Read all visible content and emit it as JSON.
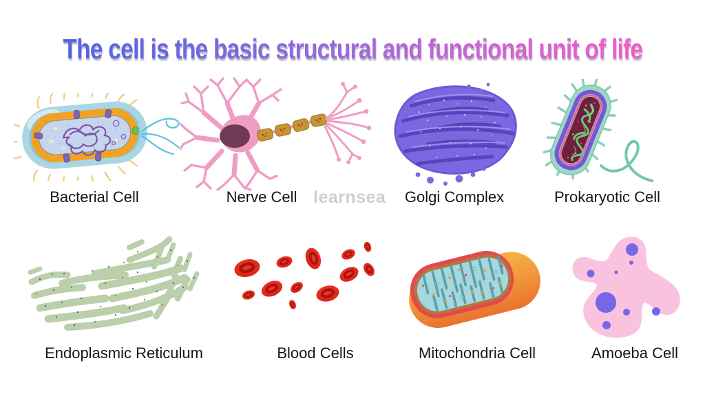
{
  "title": {
    "text": "The cell is the basic structural and functional unit of life",
    "gradient_start": "#4f63e9",
    "gradient_mid": "#9a6adc",
    "gradient_end": "#f35cc9"
  },
  "watermark": "learnsea",
  "cells": [
    {
      "id": "bacterial-cell",
      "label": "Bacterial Cell"
    },
    {
      "id": "nerve-cell",
      "label": "Nerve Cell"
    },
    {
      "id": "golgi-complex",
      "label": "Golgi Complex"
    },
    {
      "id": "prokaryotic-cell",
      "label": "Prokaryotic Cell"
    },
    {
      "id": "endoplasmic-reticulum",
      "label": "Endoplasmic Reticulum"
    },
    {
      "id": "blood-cells",
      "label": "Blood Cells"
    },
    {
      "id": "mitochondria-cell",
      "label": "Mitochondria Cell"
    },
    {
      "id": "amoeba-cell",
      "label": "Amoeba Cell"
    }
  ],
  "palette": {
    "bacterial_capsule": "#a9d6e2",
    "bacterial_ring": "#f5a11d",
    "bacterial_dna": "#7d54a8",
    "bacterial_pili": "#f6c87c",
    "bacterial_flagella": "#58c3de",
    "nerve_body": "#ef9dc4",
    "nerve_nucleus": "#6e3a55",
    "nerve_myelin": "#c69533",
    "golgi_body": "#7b68e0",
    "golgi_groove": "#5444bd",
    "prokaryote_outer": "#9bd8c4",
    "prokaryote_ring": "#7a55d8",
    "prokaryote_interior": "#701f3e",
    "prokaryote_dna": "#66cc74",
    "er_tubule": "#bacfaa",
    "blood_cell": "#e03020",
    "mito_outer": "#f29a3c",
    "mito_rim": "#e24b4b",
    "mito_matrix": "#a6d7de",
    "amoeba_body": "#f9c3e0",
    "amoeba_nucleus": "#7766e8",
    "label_color": "#151515",
    "watermark_color": "#cfcfcf",
    "background": "#ffffff"
  }
}
